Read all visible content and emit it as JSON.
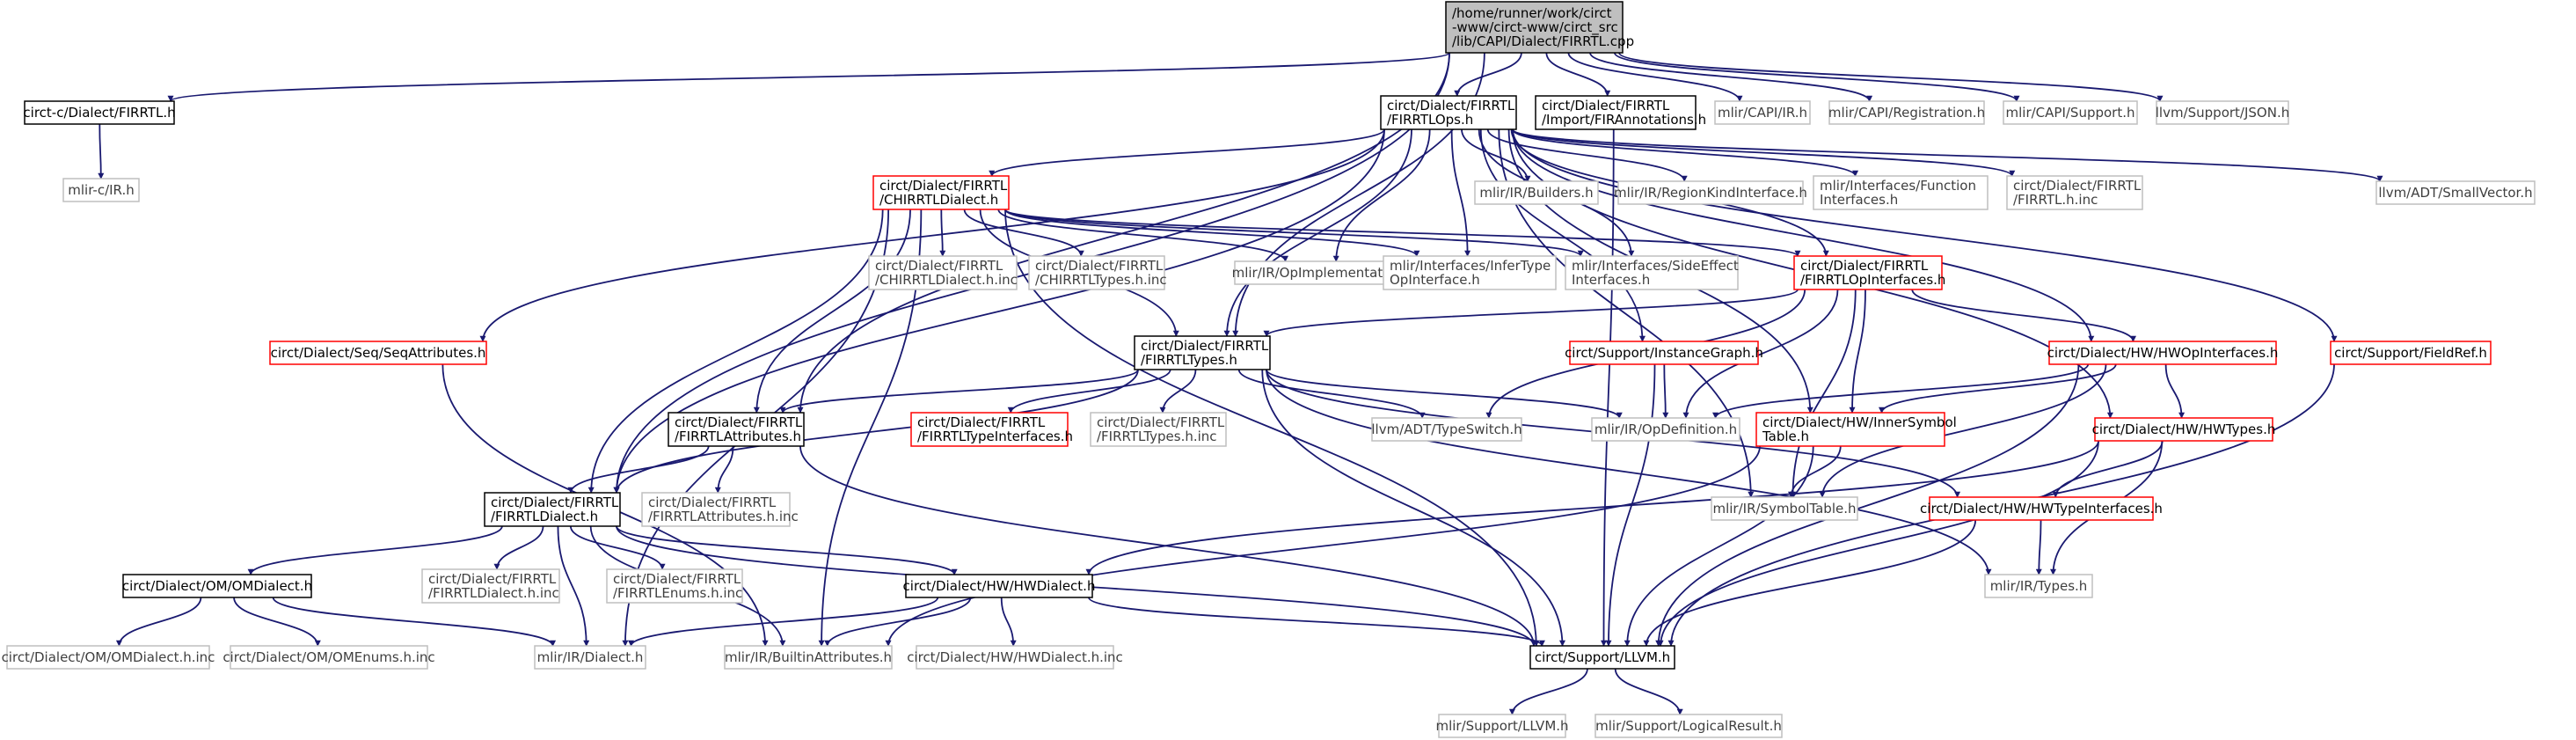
{
  "colors": {
    "edge": "#191970",
    "root_fill": "#bfbfbf",
    "border_black": "#000000",
    "border_red": "#ff0000",
    "border_gray": "#bfbfbf",
    "text_black": "#000000",
    "text_gray": "#3f3f3f"
  },
  "nodes": [
    {
      "id": "root",
      "label": [
        "/home/runner/work/circt",
        "-www/circt-www/circt_src",
        "/lib/CAPI/Dialect/FIRRTL.cpp"
      ],
      "style": "root"
    },
    {
      "id": "capi_firrtl_h",
      "label": [
        "circt-c/Dialect/FIRRTL.h"
      ],
      "style": "black"
    },
    {
      "id": "mlirc_ir",
      "label": [
        "mlir-c/IR.h"
      ],
      "style": "gray"
    },
    {
      "id": "firrtlops",
      "label": [
        "circt/Dialect/FIRRTL",
        "/FIRRTLOps.h"
      ],
      "style": "black"
    },
    {
      "id": "fir_annotations",
      "label": [
        "circt/Dialect/FIRRTL",
        "/Import/FIRAnnotations.h"
      ],
      "style": "black"
    },
    {
      "id": "mlir_capi_ir",
      "label": [
        "mlir/CAPI/IR.h"
      ],
      "style": "gray"
    },
    {
      "id": "mlir_capi_registration",
      "label": [
        "mlir/CAPI/Registration.h"
      ],
      "style": "gray"
    },
    {
      "id": "mlir_capi_support",
      "label": [
        "mlir/CAPI/Support.h"
      ],
      "style": "gray"
    },
    {
      "id": "llvm_json",
      "label": [
        "llvm/Support/JSON.h"
      ],
      "style": "gray"
    },
    {
      "id": "chirrtl_dialect",
      "label": [
        "circt/Dialect/FIRRTL",
        "/CHIRRTLDialect.h"
      ],
      "style": "red"
    },
    {
      "id": "mlir_ir_builders",
      "label": [
        "mlir/IR/Builders.h"
      ],
      "style": "gray"
    },
    {
      "id": "region_kind",
      "label": [
        "mlir/IR/RegionKindInterface.h"
      ],
      "style": "gray"
    },
    {
      "id": "function_interfaces",
      "label": [
        "mlir/Interfaces/Function",
        "Interfaces.h"
      ],
      "style": "gray"
    },
    {
      "id": "firrtl_h_inc",
      "label": [
        "circt/Dialect/FIRRTL",
        "/FIRRTL.h.inc"
      ],
      "style": "gray"
    },
    {
      "id": "small_vector",
      "label": [
        "llvm/ADT/SmallVector.h"
      ],
      "style": "gray"
    },
    {
      "id": "chirrtl_dialect_inc",
      "label": [
        "circt/Dialect/FIRRTL",
        "/CHIRRTLDialect.h.inc"
      ],
      "style": "gray"
    },
    {
      "id": "chirrtl_types_inc",
      "label": [
        "circt/Dialect/FIRRTL",
        "/CHIRRTLTypes.h.inc"
      ],
      "style": "gray"
    },
    {
      "id": "op_implementation",
      "label": [
        "mlir/IR/OpImplementation.h"
      ],
      "style": "gray"
    },
    {
      "id": "infer_type",
      "label": [
        "mlir/Interfaces/InferType",
        "OpInterface.h"
      ],
      "style": "gray"
    },
    {
      "id": "side_effect",
      "label": [
        "mlir/Interfaces/SideEffect",
        "Interfaces.h"
      ],
      "style": "gray"
    },
    {
      "id": "firrtl_op_interfaces",
      "label": [
        "circt/Dialect/FIRRTL",
        "/FIRRTLOpInterfaces.h"
      ],
      "style": "red"
    },
    {
      "id": "seq_attributes",
      "label": [
        "circt/Dialect/Seq/SeqAttributes.h"
      ],
      "style": "red"
    },
    {
      "id": "firrtl_types",
      "label": [
        "circt/Dialect/FIRRTL",
        "/FIRRTLTypes.h"
      ],
      "style": "black"
    },
    {
      "id": "instance_graph",
      "label": [
        "circt/Support/InstanceGraph.h"
      ],
      "style": "red"
    },
    {
      "id": "hw_op_interfaces",
      "label": [
        "circt/Dialect/HW/HWOpInterfaces.h"
      ],
      "style": "red"
    },
    {
      "id": "field_ref",
      "label": [
        "circt/Support/FieldRef.h"
      ],
      "style": "red"
    },
    {
      "id": "firrtl_attributes",
      "label": [
        "circt/Dialect/FIRRTL",
        "/FIRRTLAttributes.h"
      ],
      "style": "black"
    },
    {
      "id": "firrtl_type_interfaces",
      "label": [
        "circt/Dialect/FIRRTL",
        "/FIRRTLTypeInterfaces.h"
      ],
      "style": "red"
    },
    {
      "id": "firrtl_types_inc",
      "label": [
        "circt/Dialect/FIRRTL",
        "/FIRRTLTypes.h.inc"
      ],
      "style": "gray"
    },
    {
      "id": "type_switch",
      "label": [
        "llvm/ADT/TypeSwitch.h"
      ],
      "style": "gray"
    },
    {
      "id": "op_definition",
      "label": [
        "mlir/IR/OpDefinition.h"
      ],
      "style": "gray"
    },
    {
      "id": "inner_symbol_table",
      "label": [
        "circt/Dialect/HW/InnerSymbol",
        "Table.h"
      ],
      "style": "red"
    },
    {
      "id": "hw_types",
      "label": [
        "circt/Dialect/HW/HWTypes.h"
      ],
      "style": "red"
    },
    {
      "id": "firrtl_dialect",
      "label": [
        "circt/Dialect/FIRRTL",
        "/FIRRTLDialect.h"
      ],
      "style": "black"
    },
    {
      "id": "firrtl_attributes_inc",
      "label": [
        "circt/Dialect/FIRRTL",
        "/FIRRTLAttributes.h.inc"
      ],
      "style": "gray"
    },
    {
      "id": "symbol_table",
      "label": [
        "mlir/IR/SymbolTable.h"
      ],
      "style": "gray"
    },
    {
      "id": "hw_type_interfaces",
      "label": [
        "circt/Dialect/HW/HWTypeInterfaces.h"
      ],
      "style": "red"
    },
    {
      "id": "om_dialect",
      "label": [
        "circt/Dialect/OM/OMDialect.h"
      ],
      "style": "black"
    },
    {
      "id": "firrtl_dialect_inc",
      "label": [
        "circt/Dialect/FIRRTL",
        "/FIRRTLDialect.h.inc"
      ],
      "style": "gray"
    },
    {
      "id": "firrtl_enums_inc",
      "label": [
        "circt/Dialect/FIRRTL",
        "/FIRRTLEnums.h.inc"
      ],
      "style": "gray"
    },
    {
      "id": "hw_dialect",
      "label": [
        "circt/Dialect/HW/HWDialect.h"
      ],
      "style": "black"
    },
    {
      "id": "mlir_ir_types",
      "label": [
        "mlir/IR/Types.h"
      ],
      "style": "gray"
    },
    {
      "id": "om_dialect_inc",
      "label": [
        "circt/Dialect/OM/OMDialect.h.inc"
      ],
      "style": "gray"
    },
    {
      "id": "om_enums_inc",
      "label": [
        "circt/Dialect/OM/OMEnums.h.inc"
      ],
      "style": "gray"
    },
    {
      "id": "mlir_ir_dialect",
      "label": [
        "mlir/IR/Dialect.h"
      ],
      "style": "gray"
    },
    {
      "id": "builtin_attributes",
      "label": [
        "mlir/IR/BuiltinAttributes.h"
      ],
      "style": "gray"
    },
    {
      "id": "hw_dialect_inc",
      "label": [
        "circt/Dialect/HW/HWDialect.h.inc"
      ],
      "style": "gray"
    },
    {
      "id": "support_llvm",
      "label": [
        "circt/Support/LLVM.h"
      ],
      "style": "black"
    },
    {
      "id": "mlir_support_llvm",
      "label": [
        "mlir/Support/LLVM.h"
      ],
      "style": "gray"
    },
    {
      "id": "logical_result",
      "label": [
        "mlir/Support/LogicalResult.h"
      ],
      "style": "gray"
    }
  ],
  "edges": [
    [
      "root",
      "capi_firrtl_h"
    ],
    [
      "root",
      "firrtlops"
    ],
    [
      "root",
      "fir_annotations"
    ],
    [
      "root",
      "mlir_capi_ir"
    ],
    [
      "root",
      "mlir_capi_registration"
    ],
    [
      "root",
      "mlir_capi_support"
    ],
    [
      "root",
      "llvm_json"
    ],
    [
      "root",
      "firrtl_types"
    ],
    [
      "root",
      "firrtl_attributes"
    ],
    [
      "root",
      "firrtl_dialect"
    ],
    [
      "capi_firrtl_h",
      "mlirc_ir"
    ],
    [
      "firrtlops",
      "chirrtl_dialect"
    ],
    [
      "firrtlops",
      "mlir_ir_builders"
    ],
    [
      "firrtlops",
      "region_kind"
    ],
    [
      "firrtlops",
      "function_interfaces"
    ],
    [
      "firrtlops",
      "firrtl_h_inc"
    ],
    [
      "firrtlops",
      "small_vector"
    ],
    [
      "firrtlops",
      "op_implementation"
    ],
    [
      "firrtlops",
      "infer_type"
    ],
    [
      "firrtlops",
      "side_effect"
    ],
    [
      "firrtlops",
      "firrtl_op_interfaces"
    ],
    [
      "firrtlops",
      "seq_attributes"
    ],
    [
      "firrtlops",
      "instance_graph"
    ],
    [
      "firrtlops",
      "hw_op_interfaces"
    ],
    [
      "firrtlops",
      "field_ref"
    ],
    [
      "firrtlops",
      "firrtl_types"
    ],
    [
      "firrtlops",
      "inner_symbol_table"
    ],
    [
      "firrtlops",
      "hw_types"
    ],
    [
      "firrtlops",
      "firrtl_dialect"
    ],
    [
      "firrtlops",
      "symbol_table"
    ],
    [
      "fir_annotations",
      "support_llvm"
    ],
    [
      "chirrtl_dialect",
      "chirrtl_dialect_inc"
    ],
    [
      "chirrtl_dialect",
      "chirrtl_types_inc"
    ],
    [
      "chirrtl_dialect",
      "op_implementation"
    ],
    [
      "chirrtl_dialect",
      "infer_type"
    ],
    [
      "chirrtl_dialect",
      "side_effect"
    ],
    [
      "chirrtl_dialect",
      "firrtl_op_interfaces"
    ],
    [
      "chirrtl_dialect",
      "firrtl_types"
    ],
    [
      "chirrtl_dialect",
      "firrtl_attributes"
    ],
    [
      "chirrtl_dialect",
      "firrtl_dialect"
    ],
    [
      "chirrtl_dialect",
      "mlir_ir_dialect"
    ],
    [
      "chirrtl_dialect",
      "builtin_attributes"
    ],
    [
      "chirrtl_dialect",
      "support_llvm"
    ],
    [
      "firrtl_op_interfaces",
      "firrtl_types"
    ],
    [
      "firrtl_op_interfaces",
      "type_switch"
    ],
    [
      "firrtl_op_interfaces",
      "op_definition"
    ],
    [
      "firrtl_op_interfaces",
      "inner_symbol_table"
    ],
    [
      "firrtl_op_interfaces",
      "symbol_table"
    ],
    [
      "firrtl_op_interfaces",
      "hw_op_interfaces"
    ],
    [
      "seq_attributes",
      "builtin_attributes"
    ],
    [
      "firrtl_types",
      "firrtl_attributes"
    ],
    [
      "firrtl_types",
      "firrtl_type_interfaces"
    ],
    [
      "firrtl_types",
      "firrtl_types_inc"
    ],
    [
      "firrtl_types",
      "type_switch"
    ],
    [
      "firrtl_types",
      "op_definition"
    ],
    [
      "firrtl_types",
      "firrtl_dialect"
    ],
    [
      "firrtl_types",
      "hw_type_interfaces"
    ],
    [
      "firrtl_types",
      "mlir_ir_types"
    ],
    [
      "firrtl_types",
      "support_llvm"
    ],
    [
      "instance_graph",
      "op_definition"
    ],
    [
      "instance_graph",
      "support_llvm"
    ],
    [
      "hw_op_interfaces",
      "op_definition"
    ],
    [
      "hw_op_interfaces",
      "inner_symbol_table"
    ],
    [
      "hw_op_interfaces",
      "hw_types"
    ],
    [
      "hw_op_interfaces",
      "symbol_table"
    ],
    [
      "hw_op_interfaces",
      "support_llvm"
    ],
    [
      "field_ref",
      "support_llvm"
    ],
    [
      "firrtl_attributes",
      "firrtl_dialect"
    ],
    [
      "firrtl_attributes",
      "firrtl_attributes_inc"
    ],
    [
      "firrtl_attributes",
      "support_llvm"
    ],
    [
      "inner_symbol_table",
      "symbol_table"
    ],
    [
      "inner_symbol_table",
      "builtin_attributes"
    ],
    [
      "inner_symbol_table",
      "support_llvm"
    ],
    [
      "hw_types",
      "hw_type_interfaces"
    ],
    [
      "hw_types",
      "hw_dialect"
    ],
    [
      "hw_types",
      "mlir_ir_types"
    ],
    [
      "hw_types",
      "support_llvm"
    ],
    [
      "firrtl_dialect",
      "om_dialect"
    ],
    [
      "firrtl_dialect",
      "firrtl_dialect_inc"
    ],
    [
      "firrtl_dialect",
      "firrtl_enums_inc"
    ],
    [
      "firrtl_dialect",
      "hw_dialect"
    ],
    [
      "firrtl_dialect",
      "mlir_ir_dialect"
    ],
    [
      "firrtl_dialect",
      "builtin_attributes"
    ],
    [
      "firrtl_dialect",
      "support_llvm"
    ],
    [
      "hw_type_interfaces",
      "mlir_ir_types"
    ],
    [
      "hw_type_interfaces",
      "support_llvm"
    ],
    [
      "om_dialect",
      "om_dialect_inc"
    ],
    [
      "om_dialect",
      "om_enums_inc"
    ],
    [
      "om_dialect",
      "mlir_ir_dialect"
    ],
    [
      "hw_dialect",
      "hw_dialect_inc"
    ],
    [
      "hw_dialect",
      "mlir_ir_dialect"
    ],
    [
      "hw_dialect",
      "builtin_attributes"
    ],
    [
      "hw_dialect",
      "support_llvm"
    ],
    [
      "support_llvm",
      "mlir_support_llvm"
    ],
    [
      "support_llvm",
      "logical_result"
    ]
  ]
}
